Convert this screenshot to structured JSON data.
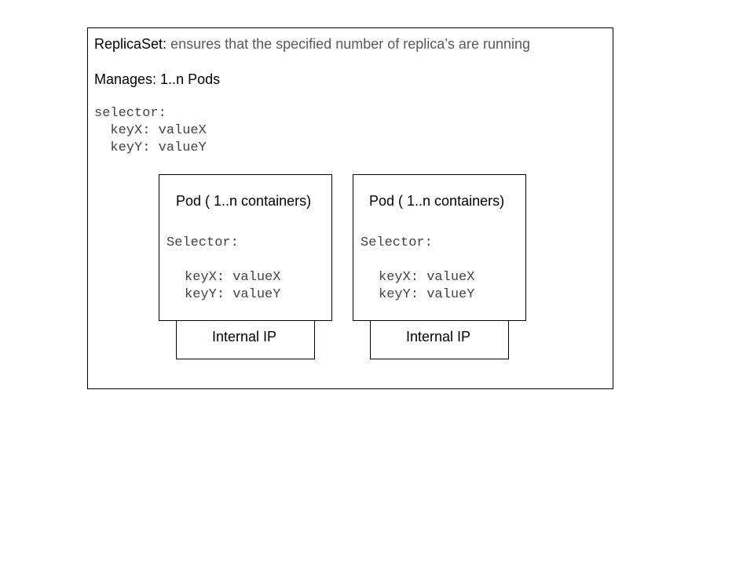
{
  "replicaset": {
    "name": "ReplicaSet:",
    "description": " ensures that the specified number of replica’s are running",
    "manages": "Manages: 1..n Pods",
    "selector_label": "selector:",
    "selector_keys": [
      "  keyX: valueX",
      "  keyY: valueY"
    ]
  },
  "pods": [
    {
      "title": "Pod ( 1..n containers)",
      "selector_label": "Selector:",
      "keys": [
        "keyX: valueX",
        "keyY: valueY"
      ],
      "ip_label": "Internal IP"
    },
    {
      "title": "Pod ( 1..n containers)",
      "selector_label": "Selector:",
      "keys": [
        "keyX: valueX",
        "keyY: valueY"
      ],
      "ip_label": "Internal IP"
    }
  ]
}
